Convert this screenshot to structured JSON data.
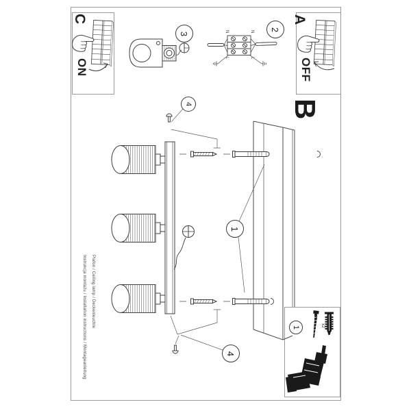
{
  "panels": {
    "c": {
      "letter": "C",
      "action": "ON"
    },
    "a": {
      "letter": "A",
      "action": "OFF"
    },
    "b": {
      "letter": "B"
    }
  },
  "steps": {
    "one": "1",
    "two": "2",
    "three": "3",
    "four": "4"
  },
  "wiring": {
    "neutral": "N",
    "line": "L"
  },
  "parts": {
    "quantity_label": "x2"
  },
  "footer": {
    "lines": [
      "Instrukcja montażu / Installation instructions / Montageanleitung",
      "Plafon / Ceiling lamp / Deckenleuchte"
    ]
  },
  "colors": {
    "drawing_line": "#3c3c3c",
    "frame_line": "#9a9a9a",
    "ink": "#1a1a1a"
  }
}
